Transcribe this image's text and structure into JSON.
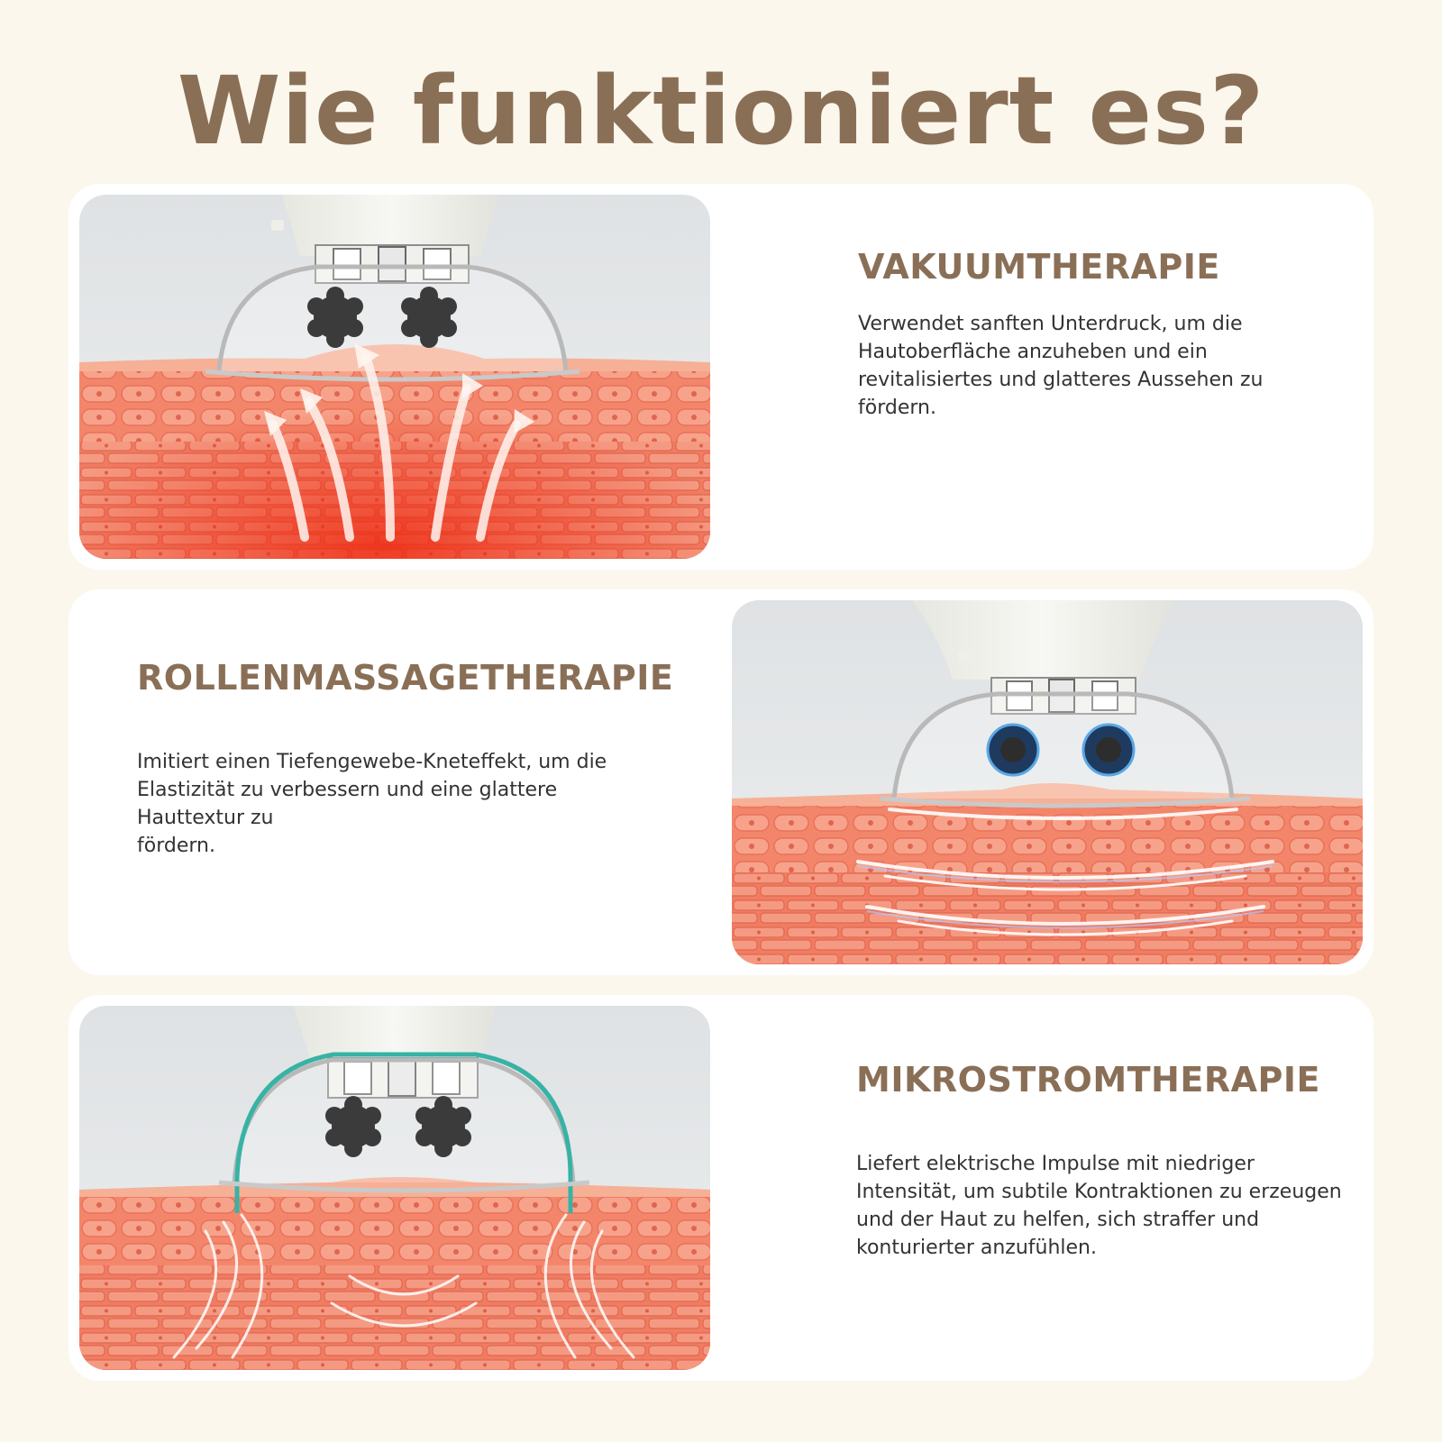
{
  "page": {
    "title": "Wie funktioniert es?"
  },
  "colors": {
    "background": "#fbf7ec",
    "card": "#ffffff",
    "heading": "#8a6f57",
    "body_text": "#333333",
    "skin": "#f58a6a"
  },
  "sections": [
    {
      "heading": "VAKUUMTHERAPIE",
      "body_lines": [
        "Verwendet sanften Unterdruck, um die",
        "Hautoberfläche anzuheben und ein",
        "revitalisiertes und glatteres Aussehen zu",
        "fördern."
      ]
    },
    {
      "heading": "ROLLENMASSAGETHERAPIE",
      "body_lines": [
        "Imitiert einen Tiefengewebe-Kneteffekt, um die",
        "Elastizität zu verbessern und eine glattere",
        "Hauttextur zu",
        "fördern."
      ]
    },
    {
      "heading": "MIKROSTROMTHERAPIE",
      "body_lines": [
        "Liefert elektrische Impulse mit niedriger",
        "Intensität, um subtile Kontraktionen zu erzeugen",
        "und der Haut zu helfen, sich straffer und",
        "konturierter anzufühlen."
      ]
    }
  ]
}
